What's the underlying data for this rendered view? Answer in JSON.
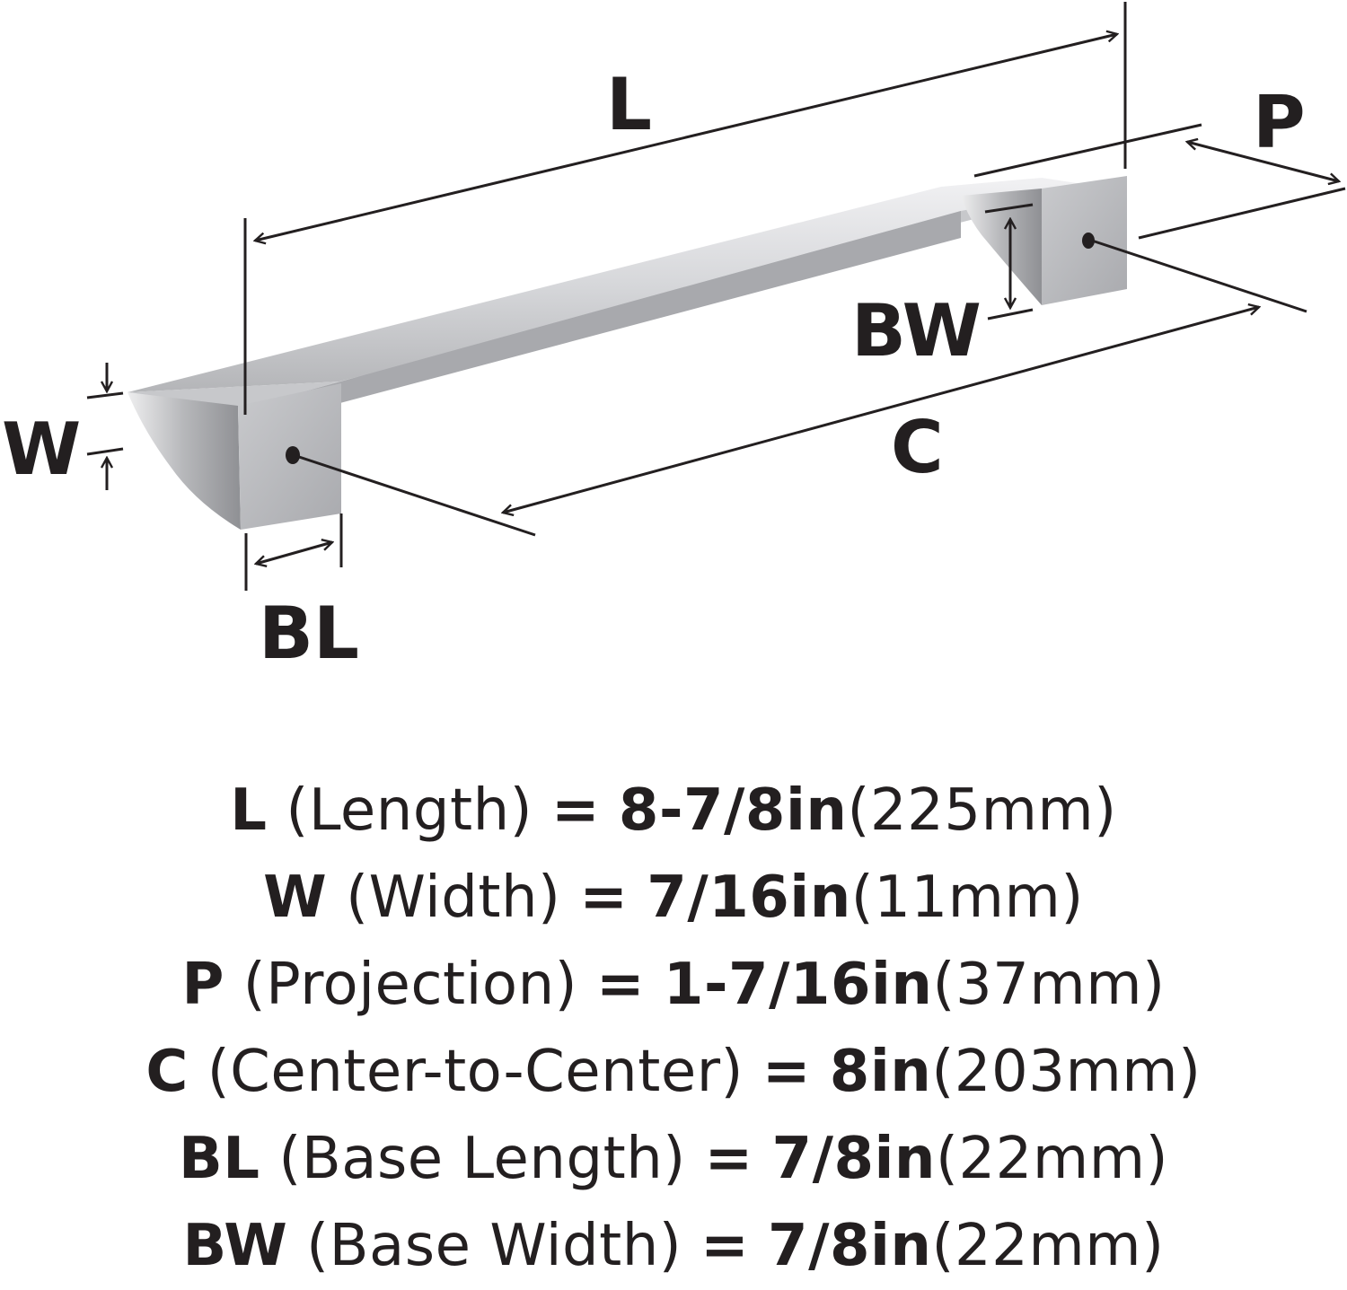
{
  "diagram": {
    "labels": {
      "L": "L",
      "P": "P",
      "BW": "BW",
      "W": "W",
      "C": "C",
      "BL": "BL"
    }
  },
  "specs": [
    {
      "code": "L",
      "name": "(Length)",
      "eq": "=",
      "imperial": "8-7/8in",
      "metric": "(225mm)"
    },
    {
      "code": "W",
      "name": "(Width)",
      "eq": "=",
      "imperial": "7/16in",
      "metric": "(11mm)"
    },
    {
      "code": "P",
      "name": "(Projection)",
      "eq": "=",
      "imperial": "1-7/16in",
      "metric": "(37mm)"
    },
    {
      "code": "C",
      "name": "(Center-to-Center)",
      "eq": "=",
      "imperial": "8in",
      "metric": "(203mm)"
    },
    {
      "code": "BL",
      "name": "(Base Length)",
      "eq": "=",
      "imperial": "7/8in",
      "metric": "(22mm)"
    },
    {
      "code": "BW",
      "name": "(Base Width)",
      "eq": "=",
      "imperial": "7/8in",
      "metric": "(22mm)"
    }
  ],
  "colors": {
    "ink": "#231f20",
    "metal_light": "#e4e4e6",
    "metal_mid": "#bdbec1",
    "metal_dark": "#8d8e92"
  }
}
